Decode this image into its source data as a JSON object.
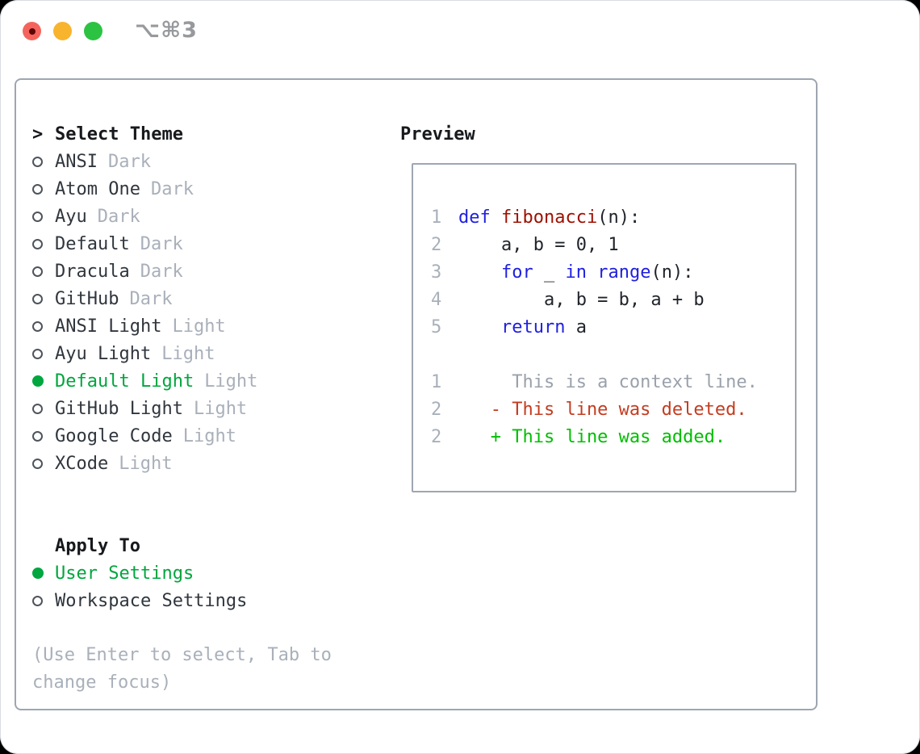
{
  "window": {
    "shortcut": "⌥⌘3"
  },
  "colors": {
    "selection_green": "#00a63e",
    "added_green": "#00be02",
    "deleted_red": "#c43c20",
    "keyword_blue": "#2020e0",
    "function_red": "#9c1000",
    "muted_gray": "#a9b0ba",
    "border_gray": "#9ea6b0",
    "traffic_red": "#f4645c",
    "traffic_yellow": "#f8b42d",
    "traffic_green": "#2cc343"
  },
  "theme_panel": {
    "title_prefix": ">",
    "title": "Select Theme",
    "items": [
      {
        "name": "ANSI",
        "variant": "Dark",
        "selected": false
      },
      {
        "name": "Atom One",
        "variant": "Dark",
        "selected": false
      },
      {
        "name": "Ayu",
        "variant": "Dark",
        "selected": false
      },
      {
        "name": "Default",
        "variant": "Dark",
        "selected": false
      },
      {
        "name": "Dracula",
        "variant": "Dark",
        "selected": false
      },
      {
        "name": "GitHub",
        "variant": "Dark",
        "selected": false
      },
      {
        "name": "ANSI Light",
        "variant": "Light",
        "selected": false
      },
      {
        "name": "Ayu Light",
        "variant": "Light",
        "selected": false
      },
      {
        "name": "Default Light",
        "variant": "Light",
        "selected": true
      },
      {
        "name": "GitHub Light",
        "variant": "Light",
        "selected": false
      },
      {
        "name": "Google Code",
        "variant": "Light",
        "selected": false
      },
      {
        "name": "XCode",
        "variant": "Light",
        "selected": false
      }
    ],
    "apply_to": {
      "title": "Apply To",
      "options": [
        {
          "label": "User Settings",
          "selected": true
        },
        {
          "label": "Workspace Settings",
          "selected": false
        }
      ]
    },
    "hint": "(Use Enter to select, Tab to change focus)"
  },
  "preview": {
    "title": "Preview",
    "code_lines": [
      {
        "num": "1",
        "tokens": [
          {
            "t": "def",
            "c": "kw"
          },
          {
            "t": " ",
            "c": "p"
          },
          {
            "t": "fibonacci",
            "c": "fn"
          },
          {
            "t": "(n):",
            "c": "p"
          }
        ]
      },
      {
        "num": "2",
        "tokens": [
          {
            "t": "    a, b = 0, 1",
            "c": "p"
          }
        ]
      },
      {
        "num": "3",
        "tokens": [
          {
            "t": "    ",
            "c": "p"
          },
          {
            "t": "for",
            "c": "kw"
          },
          {
            "t": " _ ",
            "c": "p"
          },
          {
            "t": "in",
            "c": "kw"
          },
          {
            "t": " ",
            "c": "p"
          },
          {
            "t": "range",
            "c": "kw"
          },
          {
            "t": "(n):",
            "c": "p"
          }
        ]
      },
      {
        "num": "4",
        "tokens": [
          {
            "t": "        a, b = b, a + b",
            "c": "p"
          }
        ]
      },
      {
        "num": "5",
        "tokens": [
          {
            "t": "    ",
            "c": "p"
          },
          {
            "t": "return",
            "c": "kw"
          },
          {
            "t": " a",
            "c": "p"
          }
        ]
      }
    ],
    "diff_lines": [
      {
        "num": "1",
        "tokens": [
          {
            "t": "     This is a context line.",
            "c": "ctx"
          }
        ]
      },
      {
        "num": "2",
        "tokens": [
          {
            "t": "   - This line was deleted.",
            "c": "del"
          }
        ]
      },
      {
        "num": "2",
        "tokens": [
          {
            "t": "   + This line was added.",
            "c": "add"
          }
        ]
      }
    ]
  }
}
